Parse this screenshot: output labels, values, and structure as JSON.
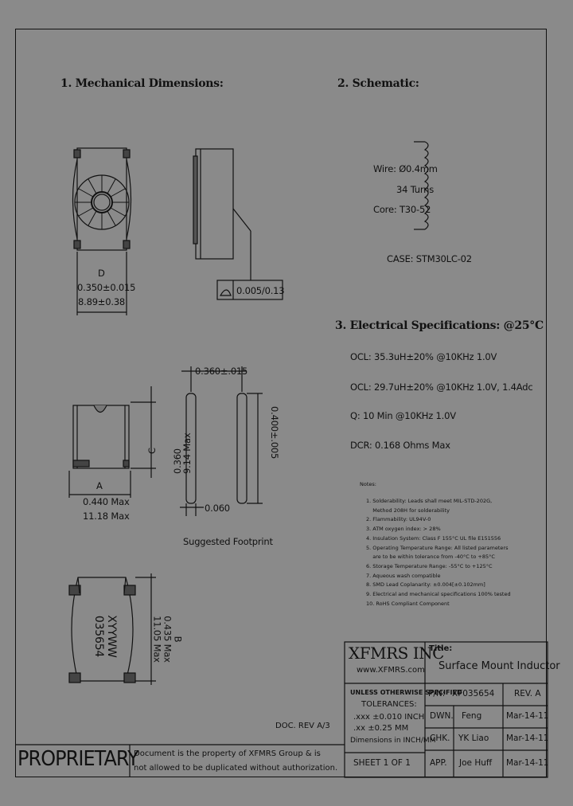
{
  "sections": {
    "mechanical": "1. Mechanical Dimensions:",
    "schematic": "2. Schematic:",
    "electrical": "3. Electrical Specifications: @25°C"
  },
  "mechanical": {
    "dim_d": {
      "letter": "D",
      "inch": "0.350±0.015",
      "mm": "8.89±0.38"
    },
    "flatness": {
      "symbol": "⌓",
      "value": "0.005/0.13"
    },
    "dim_a": {
      "letter": "A",
      "inch": "0.440 Max",
      "mm": "11.18 Max"
    },
    "dim_c": {
      "letter": "C",
      "inch": "0.360",
      "mm": "9.14",
      "suffix": "Max"
    },
    "dim_b": {
      "letter": "B",
      "inch": "0.435 Max",
      "mm": "11.05 Max"
    },
    "marking": {
      "line1": "XYYWW",
      "line2": "035654"
    }
  },
  "footprint": {
    "width": "0.360±.015",
    "height": "0.400±.005",
    "pad": "0.060",
    "label": "Suggested Footprint"
  },
  "schematic": {
    "wire": "Wire: Ø0.4mm",
    "turns": "34 Turns",
    "core": "Core: T30-52",
    "case": "CASE: STM30LC-02"
  },
  "electrical": {
    "ocl1": "OCL: 35.3uH±20% @10KHz 1.0V",
    "ocl2": "OCL: 29.7uH±20% @10KHz 1.0V, 1.4Adc",
    "q": "Q: 10 Min @10KHz 1.0V",
    "dcr": "DCR: 0.168 Ohms Max"
  },
  "notes": {
    "title": "Notes:",
    "items": [
      "1. Solderability: Leads shall meet MIL-STD-202G,",
      "    Method 208H for solderability",
      "2. Flammability: UL94V-0",
      "3. ATM oxygen index: > 28%",
      "4. Insulation System: Class F 155°C UL file E151556",
      "5. Operating Temperature Range: All listed parameters",
      "    are to be within tolerance from -40°C to +85°C",
      "6. Storage Temperature Range: -55°C to +125°C",
      "7. Aqueous wash compatible",
      "8. SMD Lead Coplanarity: ±0.004[±0.102mm]",
      "9. Electrical and mechanical specifications 100% tested",
      "10. RoHS Compliant Component"
    ]
  },
  "title_block": {
    "company": "XFMRS INC",
    "website": "www.XFMRS.com",
    "title_label": "Title:",
    "title_value": "Surface Mount Inductor",
    "tolerance_header": "UNLESS OTHERWISE SPECIFIED",
    "tolerances_label": "TOLERANCES:",
    "tol_inch": ".xxx ±0.010 INCH",
    "tol_mm": ".xx ±0.25 MM",
    "dims_note": "Dimensions in INCH/MM",
    "pn_label": "P/N:",
    "pn_value": "XF035654",
    "rev": "REV. A",
    "rows": [
      {
        "label": "DWN.",
        "name": "Feng",
        "date": "Mar-14-11"
      },
      {
        "label": "CHK.",
        "name": "YK Liao",
        "date": "Mar-14-11"
      },
      {
        "label": "APP.",
        "name": "Joe Huff",
        "date": "Mar-14-11"
      }
    ],
    "sheet": "SHEET 1 OF 1",
    "doc_rev": "DOC. REV A/3"
  },
  "proprietary": {
    "word": "PROPRIETARY",
    "line1": "Document is the property of XFMRS Group & is",
    "line2": "not allowed to be duplicated without authorization."
  }
}
